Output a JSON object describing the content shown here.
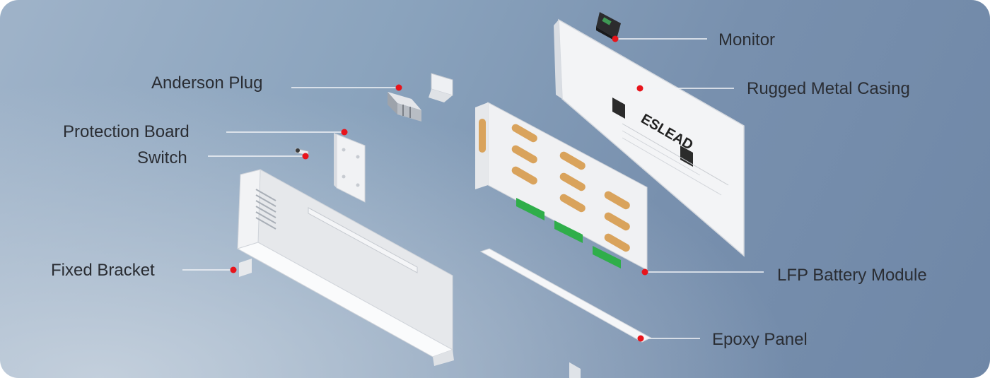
{
  "callouts": {
    "monitor": "Monitor",
    "casing": "Rugged Metal Casing",
    "anderson": "Anderson Plug",
    "protection": "Protection Board",
    "switch": "Switch",
    "fixed_bracket": "Fixed Bracket",
    "battery_module": "LFP Battery Module",
    "epoxy": "Epoxy Panel"
  },
  "casing_brand_text": "ESLEAD",
  "colors": {
    "marker": "#e8141b",
    "leader_line": "#f2f4f7",
    "label_text": "#2a2d33",
    "cell_pad": "#d9a35c",
    "pcb_green": "#2fae4a"
  }
}
